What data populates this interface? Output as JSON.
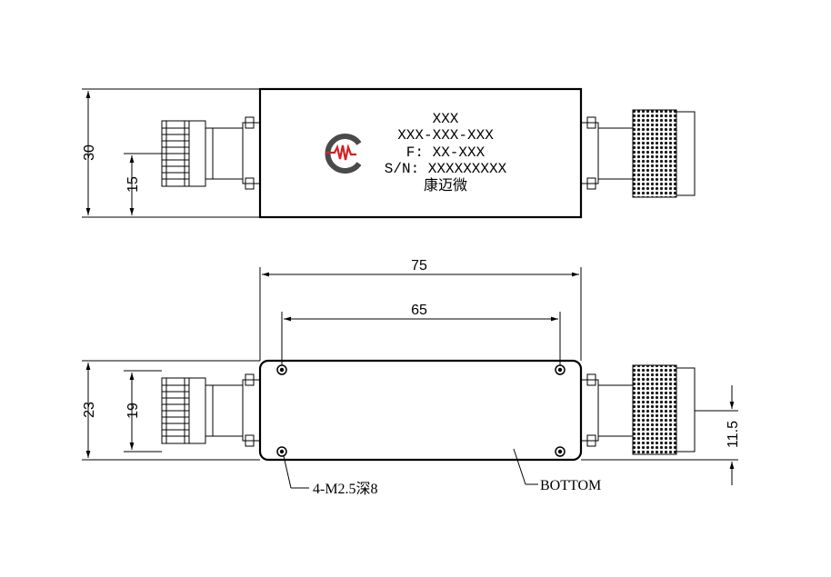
{
  "top_view": {
    "label_lines": [
      "XXX",
      "XXX-XXX-XXX",
      "F: XX-XXX",
      "S/N: XXXXXXXXX",
      "康迈微"
    ],
    "dimensions": {
      "height": "30",
      "connector_center": "15"
    }
  },
  "bottom_view": {
    "dimensions": {
      "length": "75",
      "hole_spacing": "65",
      "height": "23",
      "connector_width": "19",
      "connector_center": "11.5"
    },
    "callouts": {
      "holes": "4-M2.5深8",
      "bottom": "BOTTOM"
    }
  },
  "logo": {
    "colors": {
      "ring": "#4a4a4a",
      "accent": "#d62020"
    }
  }
}
